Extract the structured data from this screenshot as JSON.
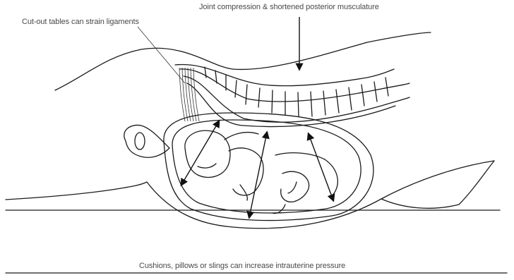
{
  "labels": {
    "top": "Joint compression & shortened posterior musculature",
    "left": "Cut-out tables can strain ligaments",
    "bottom": "Cushions, pillows or slings can increase intrauterine pressure"
  },
  "colors": {
    "line": "#1a1a1a",
    "text": "#4a4a4a",
    "background": "#ffffff"
  }
}
